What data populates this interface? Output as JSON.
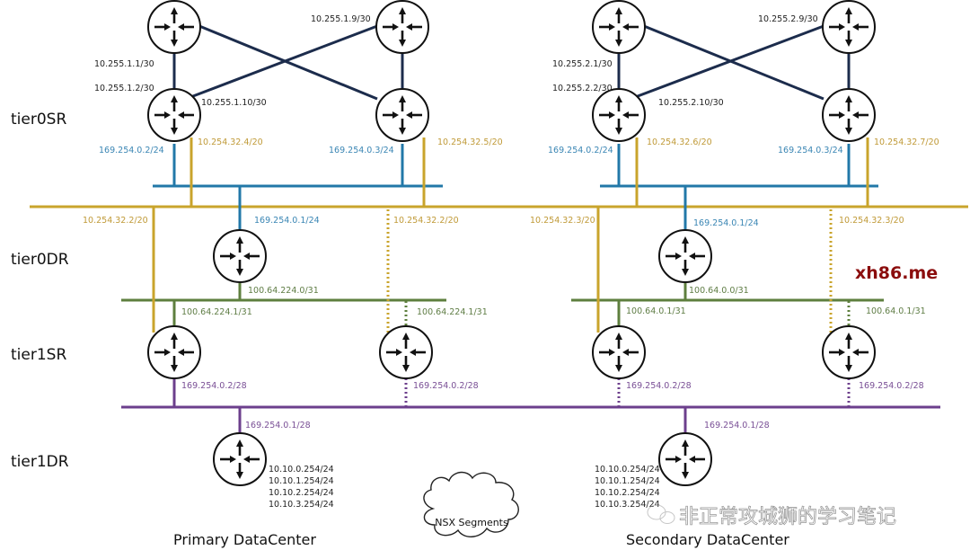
{
  "colors": {
    "transit_link": "#1c2c4c",
    "blue_bus": "#2278a8",
    "yellow_bus": "#c9a42c",
    "green_bus": "#5e7f3e",
    "purple_bus": "#6c3f8c",
    "label_dark": "#222222",
    "label_blue": "#3a86b4",
    "label_yellow": "#c09a38",
    "label_green": "#5f7d45",
    "label_purple": "#7a5096",
    "watermark": "#8b0d0d"
  },
  "tiers": [
    "tier0SR",
    "tier0DR",
    "tier1SR",
    "tier1DR"
  ],
  "datacenters": [
    "Primary DataCenter",
    "Secondary DataCenter"
  ],
  "cloud_label": "NSX Segments",
  "watermark": {
    "site": "xh86.me",
    "wechat": "非正常攻城狮的学习笔记",
    "icon": "wechat-icon"
  },
  "primary": {
    "t0sr_links": {
      "a1": "10.255.1.1/30",
      "a2": "10.255.1.2/30",
      "b9": "10.255.1.9/30",
      "b10": "10.255.1.10/30"
    },
    "t0sr_left": {
      "blue": "169.254.0.2/24",
      "yellow": "10.254.32.4/20"
    },
    "t0sr_right": {
      "blue": "169.254.0.3/24",
      "yellow": "10.254.32.5/20"
    },
    "t0dr": {
      "blue": "169.254.0.1/24",
      "green": "100.64.224.0/31"
    },
    "t1sr_left": {
      "yellow": "10.254.32.2/20",
      "green": "100.64.224.1/31",
      "purple": "169.254.0.2/28"
    },
    "t1sr_right": {
      "yellow": "10.254.32.2/20",
      "green": "100.64.224.1/31",
      "purple": "169.254.0.2/28"
    },
    "t1dr": {
      "purple": "169.254.0.1/28",
      "segments": [
        "10.10.0.254/24",
        "10.10.1.254/24",
        "10.10.2.254/24",
        "10.10.3.254/24"
      ]
    }
  },
  "secondary": {
    "t0sr_links": {
      "a1": "10.255.2.1/30",
      "a2": "10.255.2.2/30",
      "b9": "10.255.2.9/30",
      "b10": "10.255.2.10/30"
    },
    "t0sr_left": {
      "blue": "169.254.0.2/24",
      "yellow": "10.254.32.6/20"
    },
    "t0sr_right": {
      "blue": "169.254.0.3/24",
      "yellow": "10.254.32.7/20"
    },
    "t0dr": {
      "blue": "169.254.0.1/24",
      "green": "100.64.0.0/31"
    },
    "t1sr_left": {
      "yellow": "10.254.32.3/20",
      "green": "100.64.0.1/31",
      "purple": "169.254.0.2/28"
    },
    "t1sr_right": {
      "yellow": "10.254.32.3/20",
      "green": "100.64.0.1/31",
      "purple": "169.254.0.2/28"
    },
    "t1dr": {
      "purple": "169.254.0.1/28",
      "segments": [
        "10.10.0.254/24",
        "10.10.1.254/24",
        "10.10.2.254/24",
        "10.10.3.254/24"
      ]
    }
  }
}
